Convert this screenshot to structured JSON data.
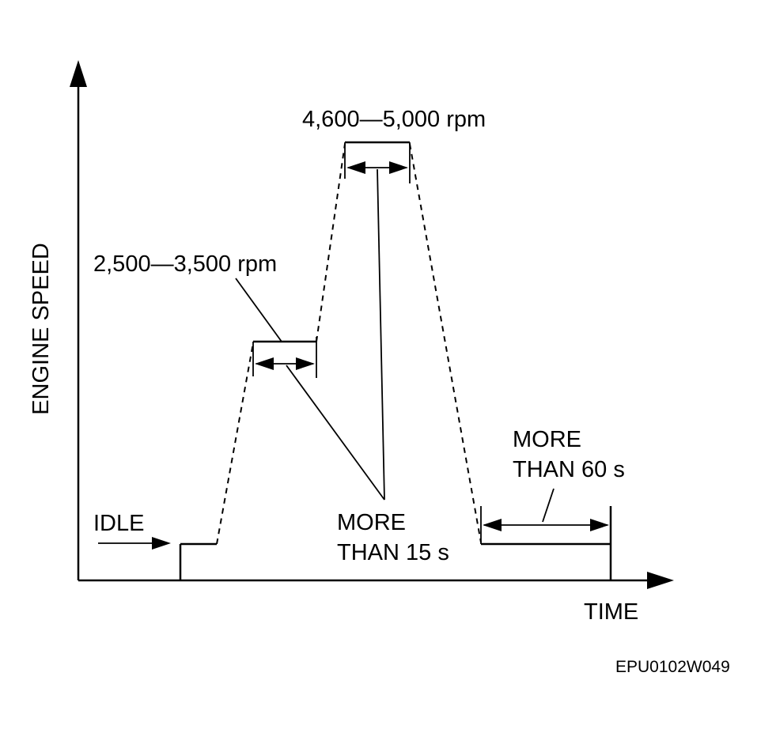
{
  "axes": {
    "y_label": "ENGINE SPEED",
    "x_label": "TIME"
  },
  "labels": {
    "idle": "IDLE",
    "first_speed": "2,500—3,500 rpm",
    "second_speed": "4,600—5,000 rpm",
    "hold_15_line1": "MORE",
    "hold_15_line2": "THAN 15 s",
    "hold_60_line1": "MORE",
    "hold_60_line2": "THAN 60 s"
  },
  "figure_code": "EPU0102W049"
}
